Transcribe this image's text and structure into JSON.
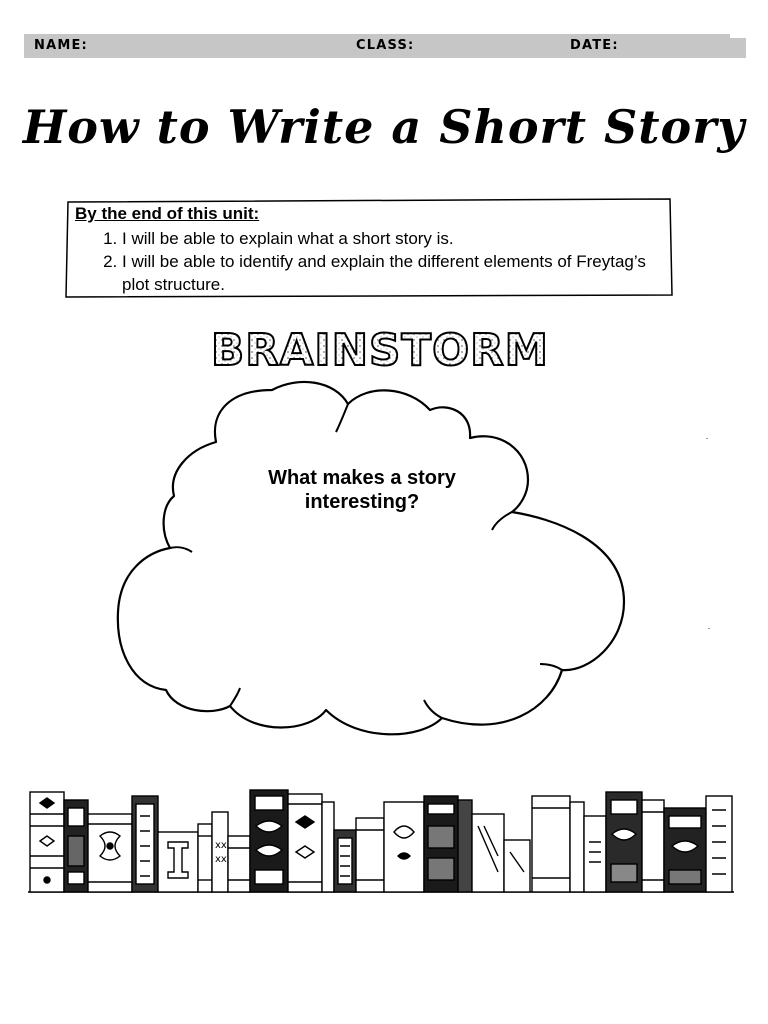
{
  "header": {
    "name_label": "NAME:",
    "class_label": "CLASS:",
    "date_label": "DATE:"
  },
  "title": "How to Write a Short Story",
  "objectives": {
    "heading": "By the end of this unit:",
    "items": [
      "I will be able to explain what a short story is.",
      "I will be able to identify and explain the different elements of Freytag’s plot structure."
    ]
  },
  "brainstorm": {
    "heading": "BRAINSTORM",
    "question": "What makes a story interesting?"
  },
  "colors": {
    "header_bar": "#c6c6c6",
    "ink": "#000000"
  }
}
